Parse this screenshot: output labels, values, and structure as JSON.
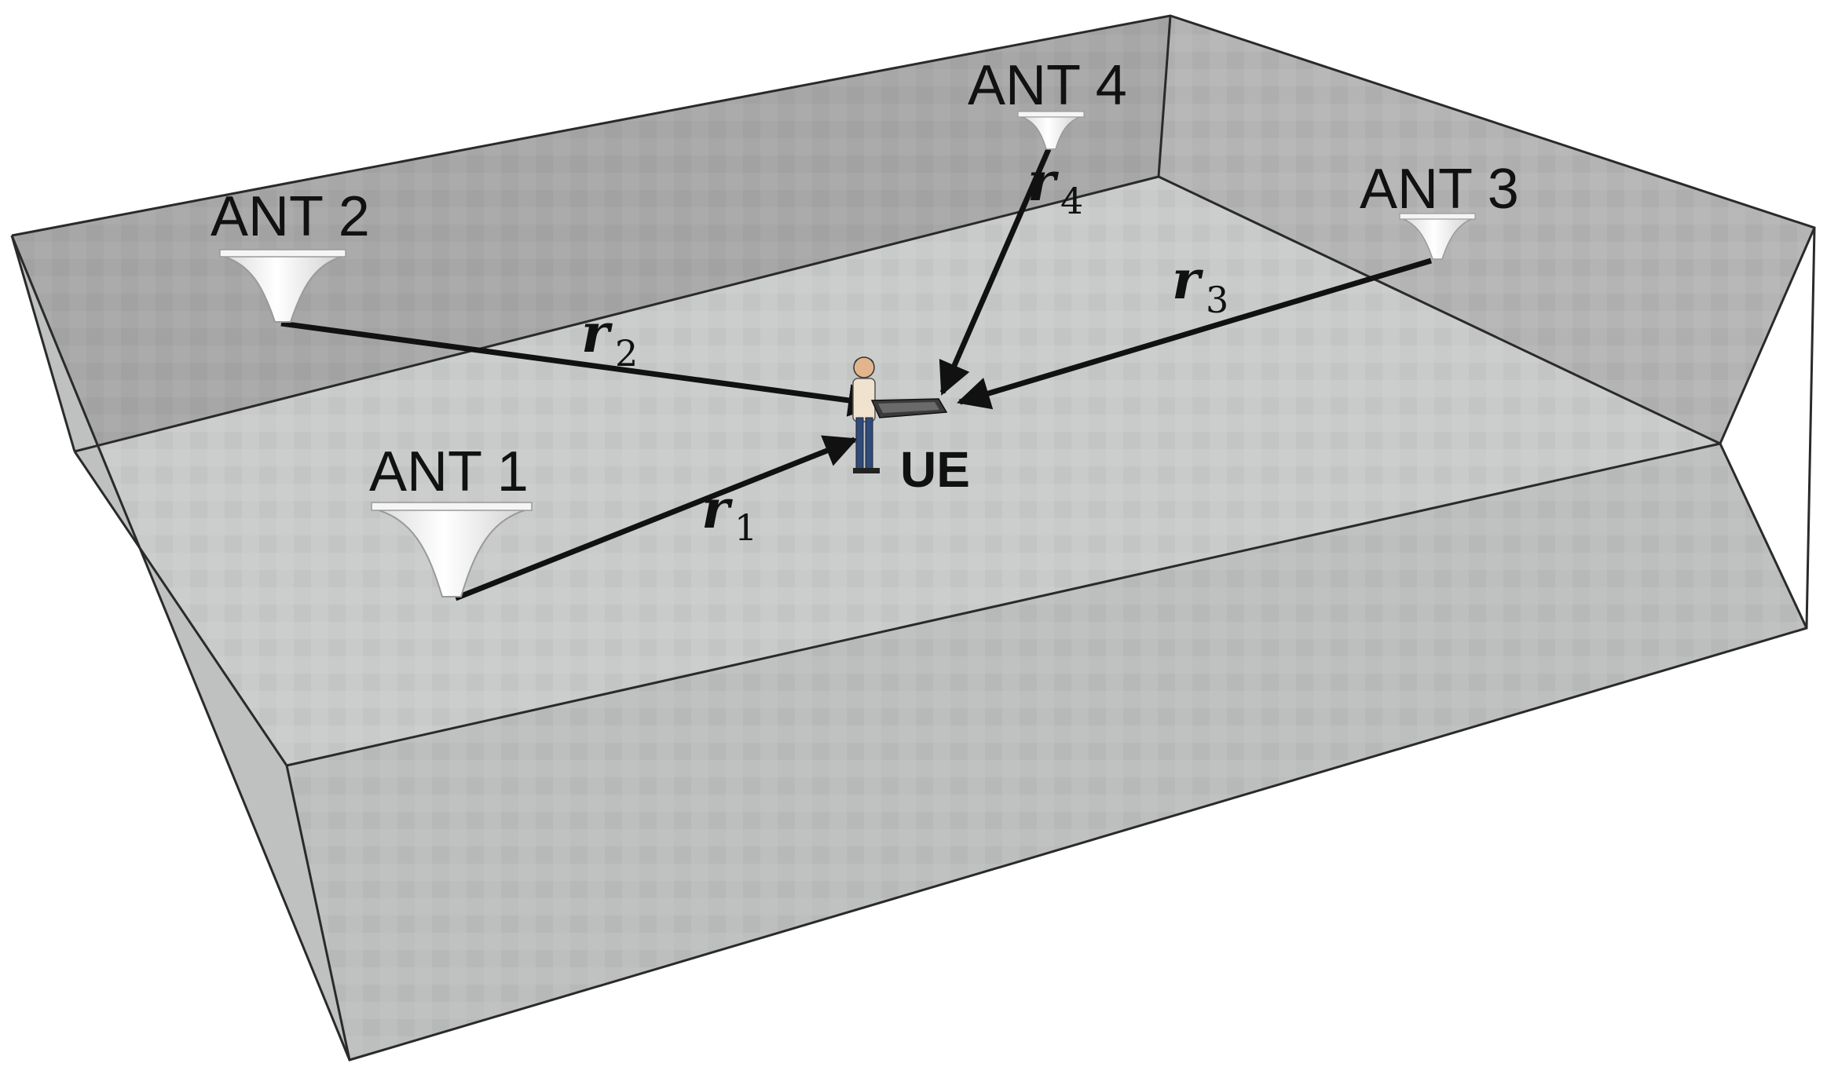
{
  "antennas": [
    {
      "id": "ant1",
      "label": "ANT 1"
    },
    {
      "id": "ant2",
      "label": "ANT 2"
    },
    {
      "id": "ant3",
      "label": "ANT 3"
    },
    {
      "id": "ant4",
      "label": "ANT 4"
    }
  ],
  "ue_label": "UE",
  "ranges": [
    {
      "symbol": "r",
      "subscript": "1"
    },
    {
      "symbol": "r",
      "subscript": "2"
    },
    {
      "symbol": "r",
      "subscript": "3"
    },
    {
      "symbol": "r",
      "subscript": "4"
    }
  ],
  "colors": {
    "wall": "#a7a7a7",
    "wall_side": "#b4b4b4",
    "floor": "#c9caca",
    "front_face": "#bdbebe",
    "edge": "#2a2a2a",
    "ray": "#111111",
    "antenna": "#f2f2f2"
  },
  "icons": {
    "antenna": "ceiling-antenna-icon",
    "user": "person-with-laptop-icon"
  }
}
